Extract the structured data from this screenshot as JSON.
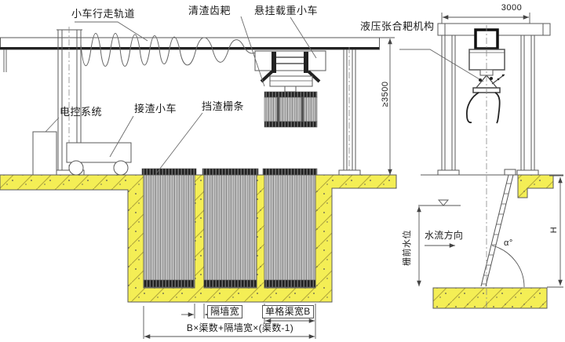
{
  "diagram": {
    "labels": {
      "trolley_rail": "小车行走轨道",
      "cleaning_rake": "清渣齿耙",
      "load_trolley": "悬挂载重小车",
      "hydraulic_grab": "液压张合耙机构",
      "electric_control": "电控系统",
      "slag_cart": "接渣小车",
      "trash_bars": "挡渣栅条",
      "water_level": "栅前水位",
      "flow_direction": "水流方向",
      "angle": "α°",
      "height": "H"
    },
    "dimensions": {
      "gantry_width": "3000",
      "clearance_height": "≥3500",
      "partition_width": "隔墙宽",
      "channel_width": "单格渠宽B",
      "total_width": "B×渠数+隔墙宽×(渠数-1)"
    },
    "colors": {
      "concrete": "#f4ee55",
      "hatch": "#b3a93a",
      "bar_gray": "#c9c9c9",
      "line": "#4a4a4a"
    }
  }
}
